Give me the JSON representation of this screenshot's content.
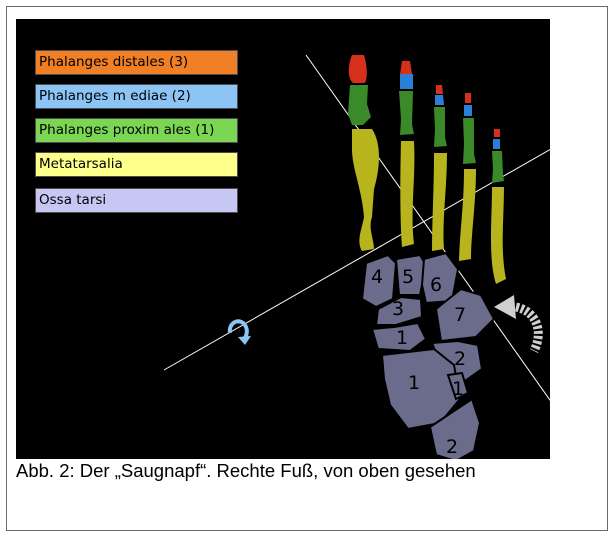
{
  "legend": [
    {
      "label": "Phalanges distales (3)",
      "color": "#f07f25"
    },
    {
      "label": "Phalanges m ediae (2)",
      "color": "#8cc5f5"
    },
    {
      "label": "Phalanges proxim ales (1)",
      "color": "#7ad653"
    },
    {
      "label": "Metatarsalia",
      "color": "#ffff8c"
    },
    {
      "label": "Ossa tarsi",
      "color": "#c7c7f4"
    }
  ],
  "bone_labels": {
    "tarsal_4": "4",
    "tarsal_5": "5",
    "tarsal_6": "6",
    "tarsal_3": "3",
    "tarsal_7": "7",
    "tarsal_1_upper": "1",
    "tarsal_2_upper": "2",
    "tarsal_1_lower": "1",
    "tarsal_1_small": "1",
    "tarsal_2_lower": "2"
  },
  "caption": "Abb. 2: Der „Saugnapf“. Rechte Fuß, von oben gesehen",
  "colors": {
    "distal": "#d62f1c",
    "medial": "#2a7fd6",
    "proximal": "#3a8a2a",
    "metatarsal": "#b7b41d",
    "tarsal": "#6b6b8c",
    "background": "#000000"
  }
}
